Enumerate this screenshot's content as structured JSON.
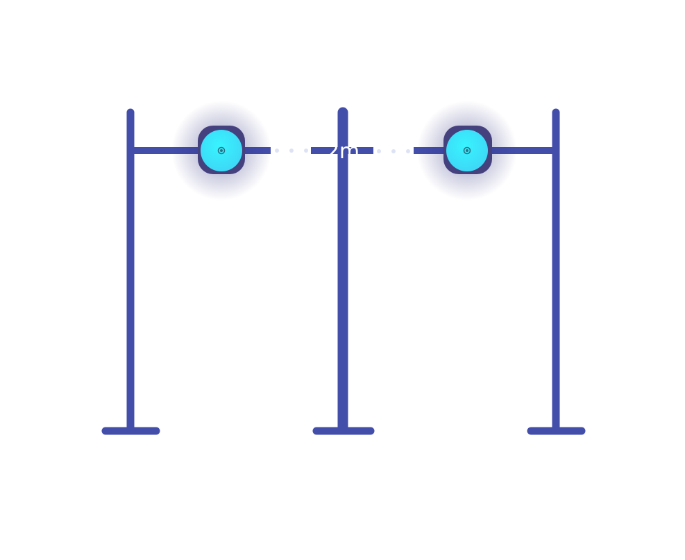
{
  "diagram": {
    "distance_label": "2m",
    "colors": {
      "frame": "#434eab",
      "sensor_inner": "#38f4ff",
      "sensor_outer": "#3fdcf8",
      "sensor_rim": "#45407e",
      "glow": "#24257a",
      "dots": "#dde3f4",
      "background": "#ffffff"
    },
    "elements": {
      "posts": [
        "left-post",
        "center-post",
        "right-post"
      ],
      "sensors": [
        "left-sensor",
        "right-sensor"
      ]
    }
  }
}
